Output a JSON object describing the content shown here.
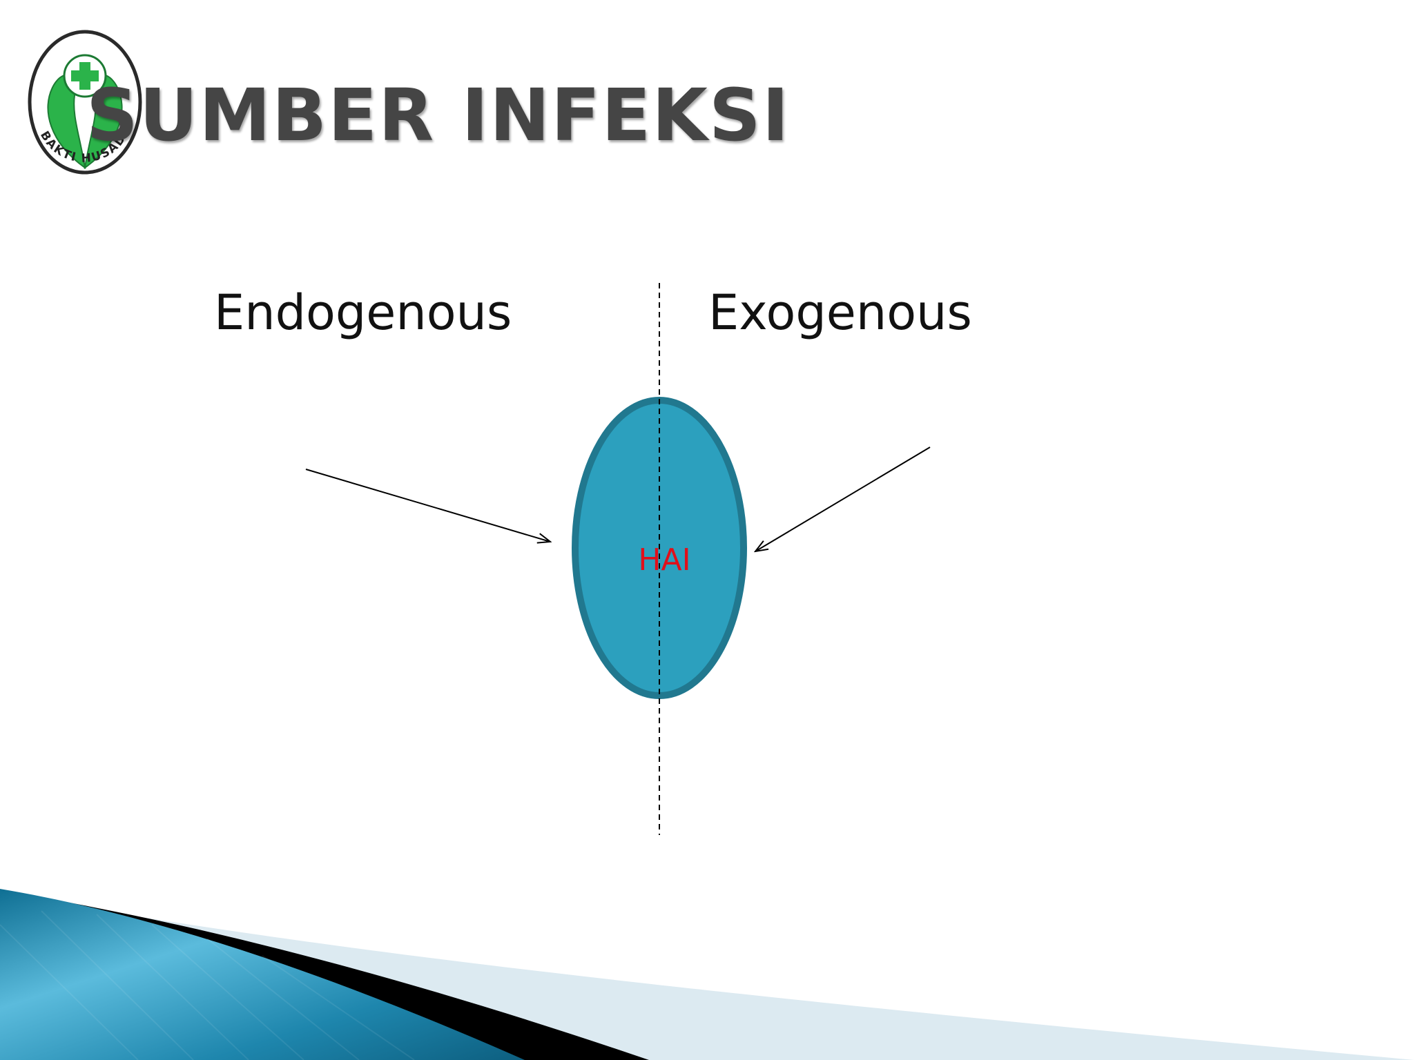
{
  "title": "SUMBER INFEKSI",
  "logo": {
    "icon": "bakti-husada-logo",
    "text": "BAKTI HUSADA",
    "colors": {
      "ring": "#222222",
      "leaf": "#2bb34a",
      "cross": "#2bb34a"
    }
  },
  "diagram": {
    "left_label": "Endogenous",
    "right_label": "Exogenous",
    "center_label": "HAI",
    "center_fill": "#2ca0be",
    "center_stroke": "#21788f",
    "center_label_color": "#e0101a",
    "divider": "dashed"
  },
  "footer": {
    "colors": {
      "blue": "#1b7fa3",
      "light": "#dceaf1",
      "dark": "#000000"
    }
  }
}
